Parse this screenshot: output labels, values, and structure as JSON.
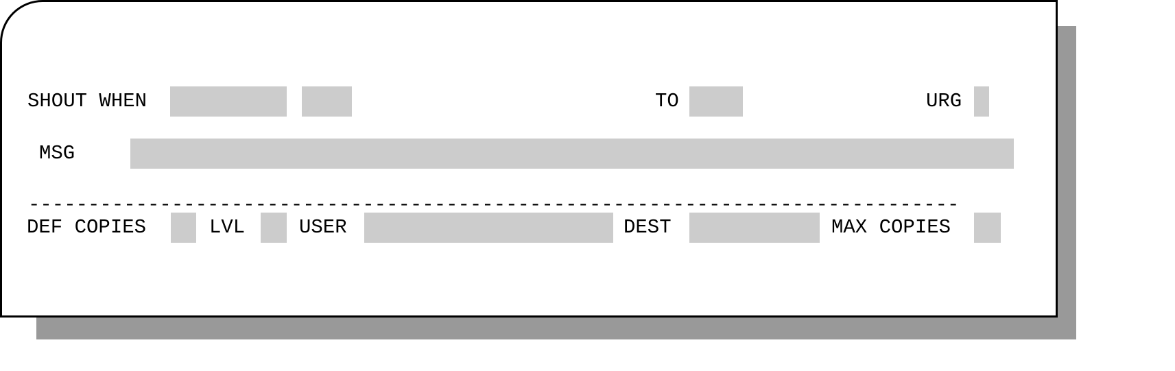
{
  "form": {
    "row1": {
      "shout_when_label": "SHOUT WHEN",
      "to_label": "TO",
      "urg_label": "URG",
      "shout_when_value": "",
      "shout_when_value2": "",
      "to_value": "",
      "urg_value": ""
    },
    "row2": {
      "msg_label": "MSG",
      "msg_value": ""
    },
    "separator": "------------------------------------------------------------------------------",
    "row3": {
      "def_copies_label": "DEF COPIES",
      "lvl_label": "LVL",
      "user_label": "USER",
      "dest_label": "DEST",
      "max_copies_label": "MAX COPIES",
      "def_copies_value": "",
      "lvl_value": "",
      "user_value": "",
      "dest_value": "",
      "max_copies_value": ""
    }
  },
  "colors": {
    "field_bg": "#cccccc",
    "shadow": "#999999",
    "border": "#000000"
  }
}
